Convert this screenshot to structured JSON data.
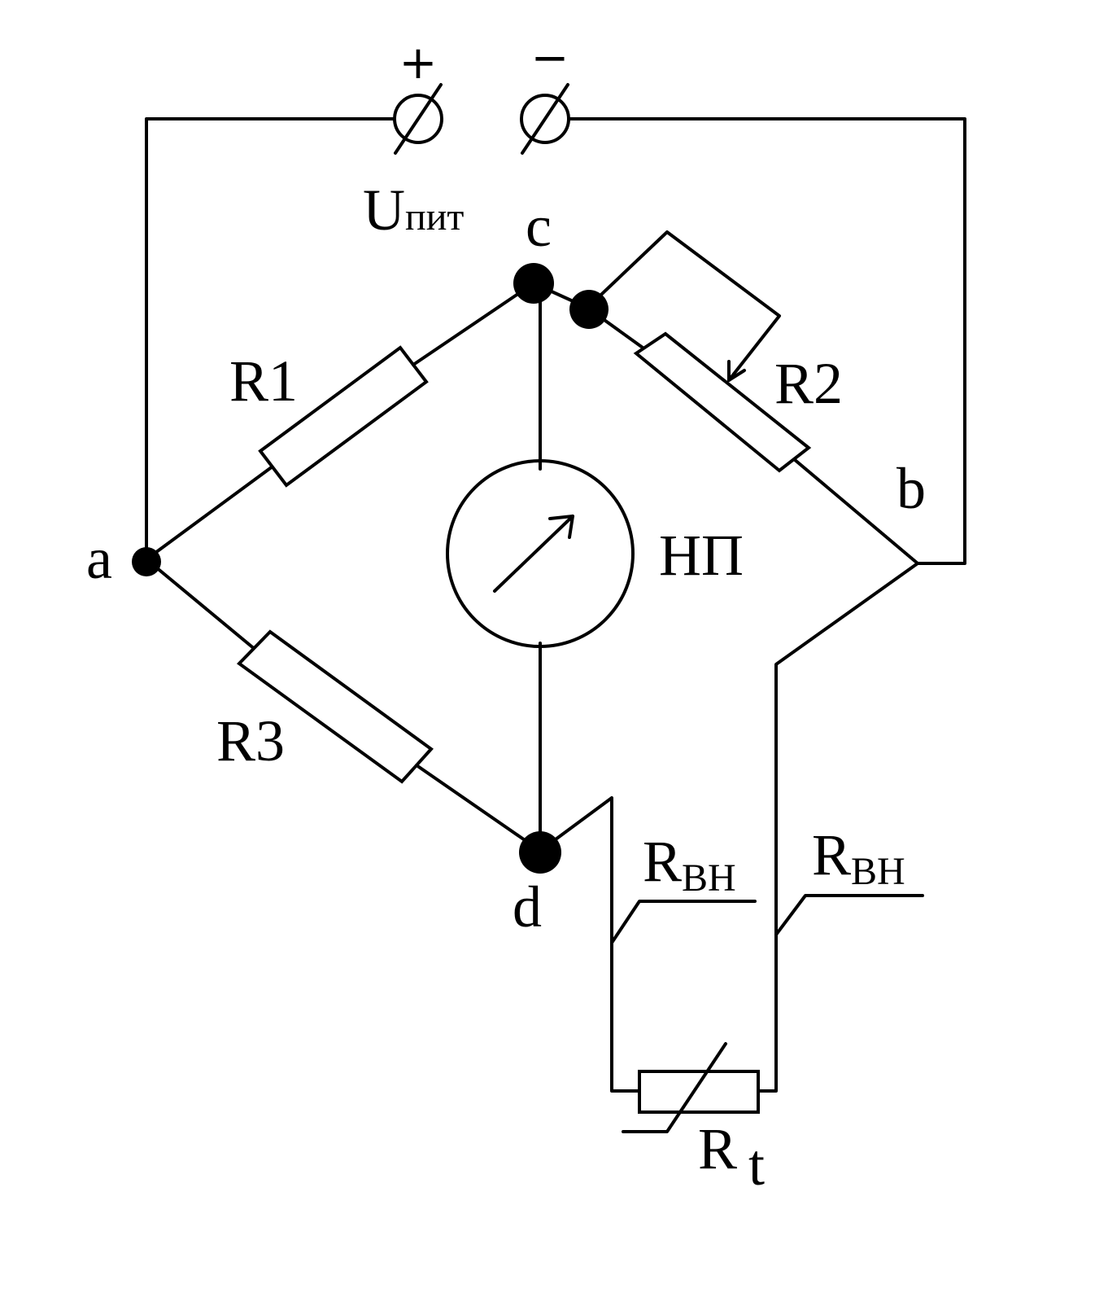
{
  "labels": {
    "plus": "+",
    "minus": "−",
    "supply_main": "U",
    "supply_sub": "пит",
    "node_a": "a",
    "node_b": "b",
    "node_c": "c",
    "node_d": "d",
    "r1": "R1",
    "r2": "R2",
    "r3": "R3",
    "meter": "НП",
    "rvn_left_main": "R",
    "rvn_left_sub": "ВН",
    "rvn_right_main": "R",
    "rvn_right_sub": "ВН",
    "rt_main": "R",
    "rt_sub": "t"
  },
  "colors": {
    "ink": "#000000",
    "paper": "#ffffff"
  }
}
